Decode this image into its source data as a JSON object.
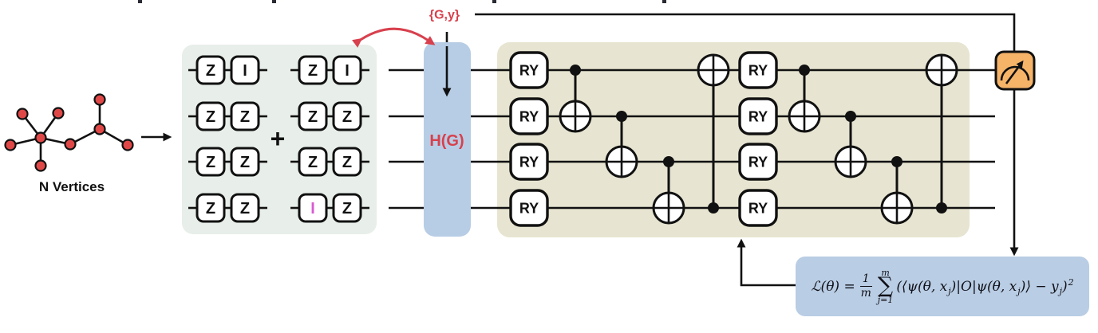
{
  "palette": {
    "accent_red": "#d8404d",
    "graph_node_red": "#e04848",
    "identity_highlight_magenta": "#d65bd1",
    "pauli_panel_green": "#e8eee9",
    "ansatz_panel_beige": "#e7e4d1",
    "encoder_box_blue": "#b7cde5",
    "loss_box_blue": "#b9cde4",
    "measure_box_orange": "#f6b469",
    "line_black": "#111111"
  },
  "graph": {
    "label": "N Vertices",
    "node_count": 9,
    "edge_count": 8,
    "description": "two hub nodes; hub1 degree 5, hub2 degree 3, sharing one path node"
  },
  "pauli_sum": {
    "plus_sign": "+",
    "left_terms": [
      "ZI",
      "ZZ",
      "ZZ",
      "ZZ"
    ],
    "right_terms": [
      "ZI",
      "ZZ",
      "ZZ",
      "IZ"
    ],
    "highlighted_term": "right column row 4 gate I shown in magenta"
  },
  "dataset": {
    "label": "{G,y}"
  },
  "encoder": {
    "label": "H(G)"
  },
  "ansatz": {
    "gate_label": "RY",
    "wire_count": 4,
    "layers": [
      {
        "rotations": [
          "RY",
          "RY",
          "RY",
          "RY"
        ],
        "cnot_control_target_pairs": [
          [
            1,
            2
          ],
          [
            2,
            3
          ],
          [
            3,
            4
          ],
          [
            4,
            1
          ]
        ]
      },
      {
        "rotations": [
          "RY",
          "RY",
          "RY",
          "RY"
        ],
        "cnot_control_target_pairs": [
          [
            1,
            2
          ],
          [
            2,
            3
          ],
          [
            3,
            4
          ],
          [
            4,
            1
          ]
        ]
      }
    ]
  },
  "measurement": {
    "icon": "gauge-meter"
  },
  "loss": {
    "lhs": "ℒ(θ) =",
    "frac_numerator": "1",
    "frac_denominator": "m",
    "sum_upper": "m",
    "sum_symbol": "∑",
    "sum_lower": "j=1",
    "body_1": "(⟨ψ(θ, x",
    "sub_1": "j",
    "body_2": ")|O|ψ(θ, x",
    "sub_2": "j",
    "body_3": ")⟩ − y",
    "sub_3": "j",
    "body_4": ")",
    "exponent": "2"
  }
}
